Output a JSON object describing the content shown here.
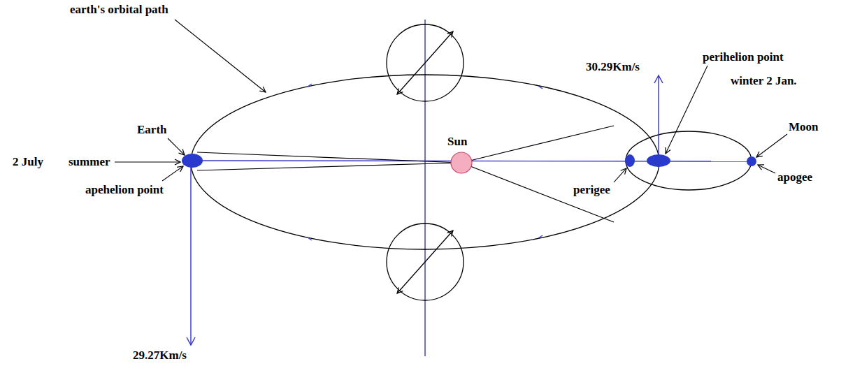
{
  "diagram": {
    "labels": [
      "earth's orbital path",
      "30.29Km/s",
      "perihelion point",
      "winter 2 Jan.",
      "Earth",
      "Sun",
      "Moon",
      "2 July",
      "summer",
      "perigee",
      "apogee",
      "apehelion point",
      "29.27Km/s"
    ]
  }
}
